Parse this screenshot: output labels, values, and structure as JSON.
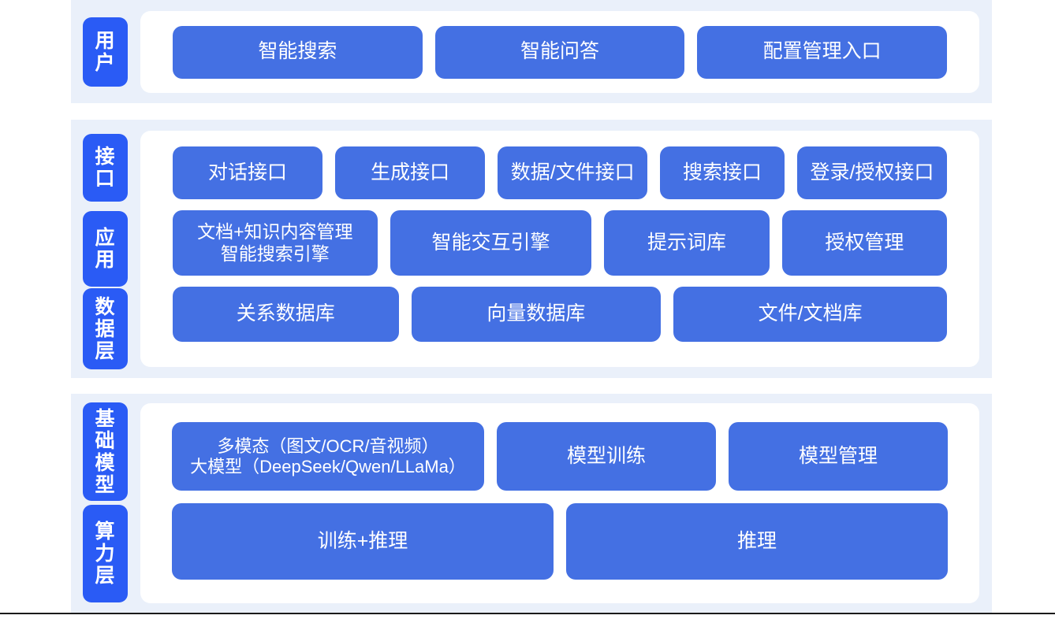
{
  "theme": {
    "band_bg": "#eaf0fa",
    "panel_bg": "#ffffff",
    "label_blue": "#2a5bf5",
    "tile_blue": "#4470e3",
    "tile_text": "#ffffff"
  },
  "sections": [
    {
      "id": "user",
      "labels": [
        "用户"
      ],
      "rows": [
        {
          "id": "user-row",
          "tiles": [
            "智能搜索",
            "智能问答",
            "配置管理入口"
          ]
        }
      ]
    },
    {
      "id": "middle",
      "labels": [
        "接口",
        "应用",
        "数据层"
      ],
      "rows": [
        {
          "id": "api-row",
          "tiles": [
            "对话接口",
            "生成接口",
            "数据/文件接口",
            "搜索接口",
            "登录/授权接口"
          ]
        },
        {
          "id": "app-row",
          "tiles": [
            "文档+知识内容管理\n智能搜索引擎",
            "智能交互引擎",
            "提示词库",
            "授权管理"
          ]
        },
        {
          "id": "data-row",
          "tiles": [
            "关系数据库",
            "向量数据库",
            "文件/文档库"
          ]
        }
      ]
    },
    {
      "id": "base",
      "labels": [
        "基础模型",
        "算力层"
      ],
      "rows": [
        {
          "id": "model-row",
          "tiles": [
            "多模态（图文/OCR/音视频）\n大模型（DeepSeek/Qwen/LLaMa）",
            "模型训练",
            "模型管理"
          ]
        },
        {
          "id": "compute-row",
          "tiles": [
            "训练+推理",
            "推理"
          ]
        }
      ]
    }
  ],
  "side_labels": {
    "user": "用户",
    "interface": "接口",
    "application": "应用",
    "data_layer": "数据层",
    "base_model": "基础模型",
    "compute_layer": "算力层"
  },
  "tiles": {
    "user": {
      "smart_search": "智能搜索",
      "smart_qa": "智能问答",
      "config_entry": "配置管理入口"
    },
    "api": {
      "chat": "对话接口",
      "generate": "生成接口",
      "data_file": "数据/文件接口",
      "search": "搜索接口",
      "login_auth": "登录/授权接口"
    },
    "app": {
      "doc_knowledge": "文档+知识内容管理\n智能搜索引擎",
      "interaction_engine": "智能交互引擎",
      "prompt_library": "提示词库",
      "auth_management": "授权管理"
    },
    "data": {
      "relational_db": "关系数据库",
      "vector_db": "向量数据库",
      "file_doc_store": "文件/文档库"
    },
    "model": {
      "multimodal_llm": "多模态（图文/OCR/音视频）\n大模型（DeepSeek/Qwen/LLaMa）",
      "model_training": "模型训练",
      "model_management": "模型管理"
    },
    "compute": {
      "train_infer": "训练+推理",
      "infer": "推理"
    }
  }
}
